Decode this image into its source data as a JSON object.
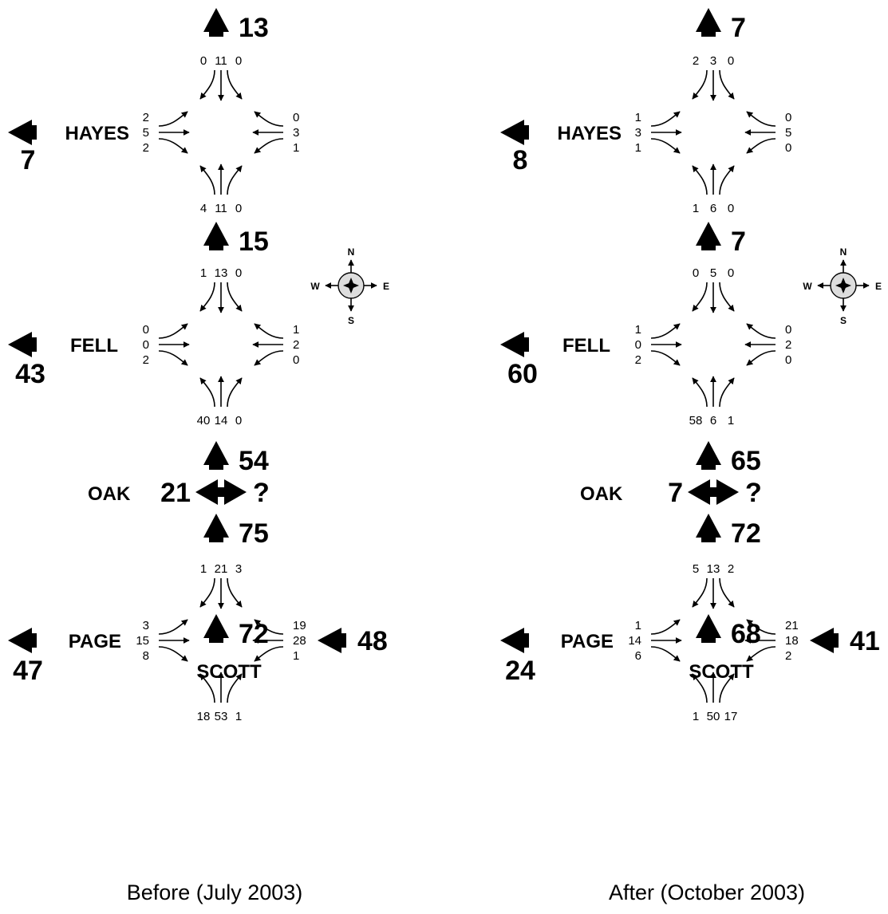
{
  "panels": [
    {
      "caption": "Before (July 2003)",
      "streets": {
        "hayes": "HAYES",
        "fell": "FELL",
        "oak": "OAK",
        "page": "PAGE",
        "scott": "SCOTT"
      },
      "intersections": {
        "hayes": {
          "north": [
            "0",
            "11",
            "0"
          ],
          "west": [
            "2",
            "5",
            "2"
          ],
          "east": [
            "0",
            "3",
            "1"
          ],
          "south": [
            "4",
            "11",
            "0"
          ]
        },
        "fell": {
          "north": [
            "1",
            "13",
            "0"
          ],
          "west": [
            "0",
            "0",
            "2"
          ],
          "east": [
            "1",
            "2",
            "0"
          ],
          "south": [
            "40",
            "14",
            "0"
          ]
        },
        "page": {
          "north": [
            "1",
            "21",
            "3"
          ],
          "west": [
            "3",
            "15",
            "8"
          ],
          "east": [
            "19",
            "28",
            "1"
          ],
          "south": [
            "18",
            "53",
            "1"
          ]
        }
      },
      "totals": {
        "hayes_north": "13",
        "hayes_west": "7",
        "fell_north": "15",
        "fell_west": "43",
        "oak_north": "54",
        "oak_west": "21",
        "oak_east": "?",
        "page_north": "75",
        "page_west": "47",
        "page_east": "48",
        "scott_north": "72"
      }
    },
    {
      "caption": "After (October 2003)",
      "streets": {
        "hayes": "HAYES",
        "fell": "FELL",
        "oak": "OAK",
        "page": "PAGE",
        "scott": "SCOTT"
      },
      "intersections": {
        "hayes": {
          "north": [
            "2",
            "3",
            "0"
          ],
          "west": [
            "1",
            "3",
            "1"
          ],
          "east": [
            "0",
            "5",
            "0"
          ],
          "south": [
            "1",
            "6",
            "0"
          ]
        },
        "fell": {
          "north": [
            "0",
            "5",
            "0"
          ],
          "west": [
            "1",
            "0",
            "2"
          ],
          "east": [
            "0",
            "2",
            "0"
          ],
          "south": [
            "58",
            "6",
            "1"
          ]
        },
        "page": {
          "north": [
            "5",
            "13",
            "2"
          ],
          "west": [
            "1",
            "14",
            "6"
          ],
          "east": [
            "21",
            "18",
            "2"
          ],
          "south": [
            "1",
            "50",
            "17"
          ]
        }
      },
      "totals": {
        "hayes_north": "7",
        "hayes_west": "8",
        "fell_north": "7",
        "fell_west": "60",
        "oak_north": "65",
        "oak_west": "7",
        "oak_east": "?",
        "page_north": "72",
        "page_west": "24",
        "page_east": "41",
        "scott_north": "68"
      }
    }
  ],
  "compass": {
    "n": "N",
    "s": "S",
    "e": "E",
    "w": "W"
  }
}
